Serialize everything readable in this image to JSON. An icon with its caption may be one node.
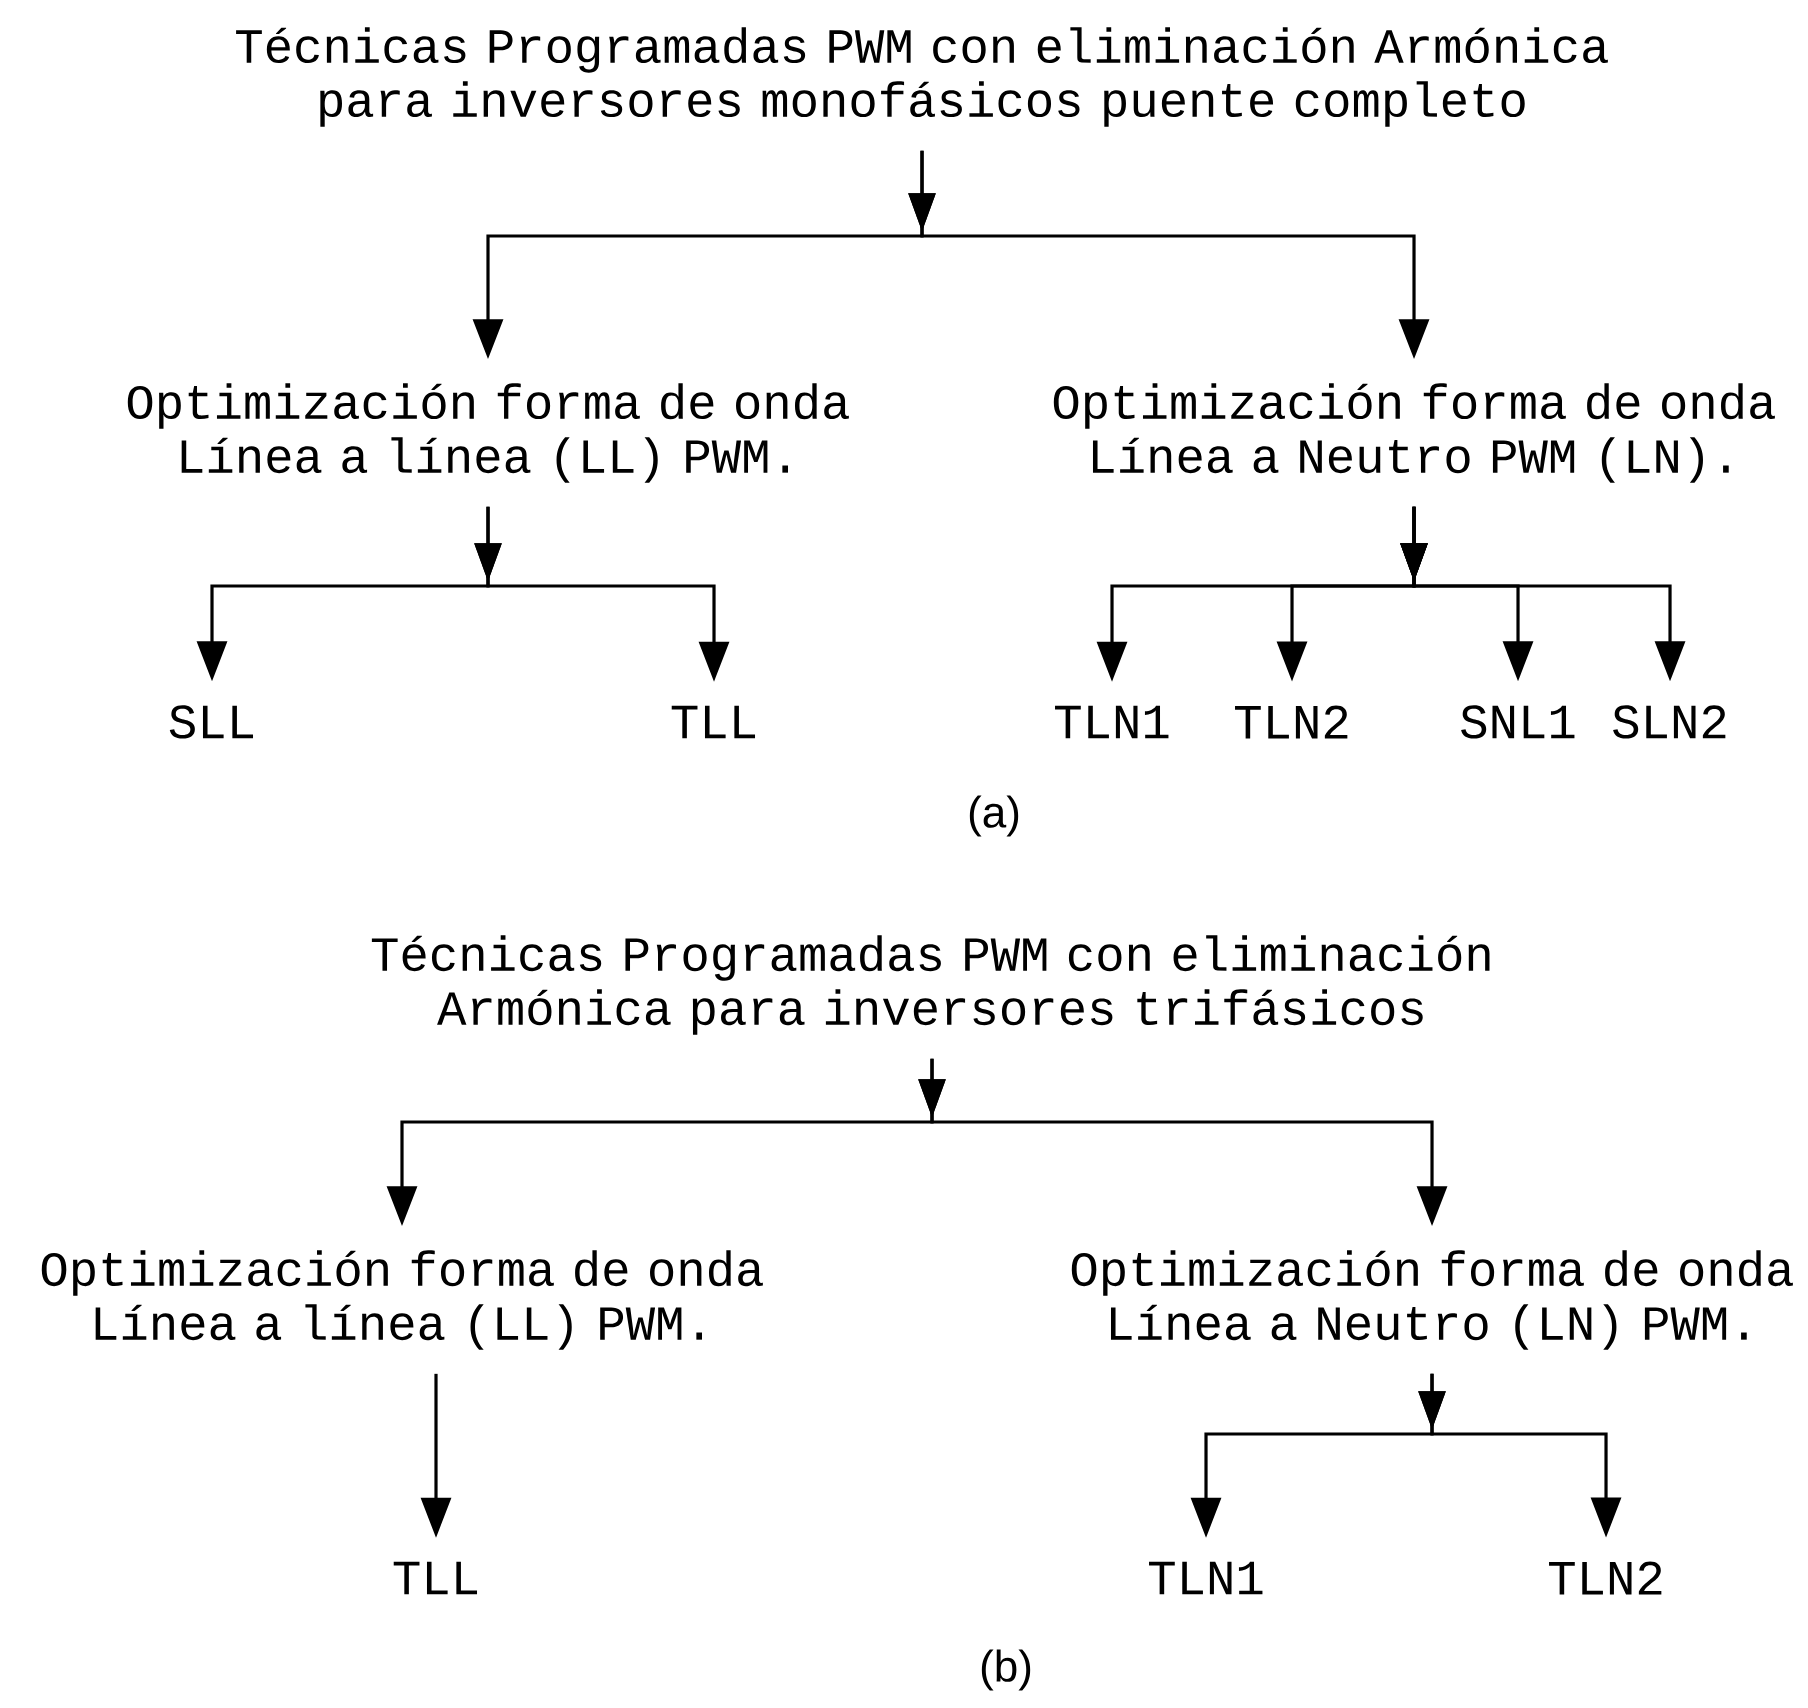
{
  "diagram": {
    "nodes": [
      {
        "text": [
          "Técnicas Programadas PWM con eliminación Armónica para inversores monofásicos puente completo"
        ]
      },
      {
        "text": [
          "Optimización forma de onda Línea a línea (LL) PWM."
        ]
      },
      {
        "text": [
          "Optimización forma de onda Línea a Neutro PWM (LN)."
        ]
      },
      {
        "text": [
          "SLL"
        ]
      },
      {
        "text": [
          "TLL"
        ]
      },
      {
        "text": [
          "TLN1"
        ]
      },
      {
        "text": [
          "TLN2"
        ]
      },
      {
        "text": [
          "SNL1"
        ]
      },
      {
        "text": [
          "SLN2"
        ]
      },
      {
        "text": [
          "Técnicas Programadas PWM con eliminación Armónica para inversores trifásicos"
        ]
      },
      {
        "text": [
          "Optimización forma de onda Línea a línea (LL) PWM."
        ]
      },
      {
        "text": [
          "Optimización forma de onda Línea a Neutro (LN) PWM."
        ]
      },
      {
        "text": [
          "TLL"
        ]
      },
      {
        "text": [
          "TLN1"
        ]
      },
      {
        "text": [
          "TLN2"
        ]
      }
    ],
    "edges": [
      {
        "from": 0,
        "to": 1,
        "arrow": "to"
      },
      {
        "from": 0,
        "to": 2,
        "arrow": "to"
      },
      {
        "from": 1,
        "to": 3,
        "arrow": "to"
      },
      {
        "from": 1,
        "to": 4,
        "arrow": "to"
      },
      {
        "from": 2,
        "to": 5,
        "arrow": "to"
      },
      {
        "from": 2,
        "to": 6,
        "arrow": "to"
      },
      {
        "from": 2,
        "to": 7,
        "arrow": "to"
      },
      {
        "from": 2,
        "to": 8,
        "arrow": "to"
      },
      {
        "from": 9,
        "to": 10,
        "arrow": "to"
      },
      {
        "from": 9,
        "to": 11,
        "arrow": "to"
      },
      {
        "from": 10,
        "to": 12,
        "arrow": "to"
      },
      {
        "from": 11,
        "to": 13,
        "arrow": "to"
      },
      {
        "from": 11,
        "to": 14,
        "arrow": "to"
      }
    ],
    "labels": [
      "(a)",
      "(b)"
    ]
  }
}
